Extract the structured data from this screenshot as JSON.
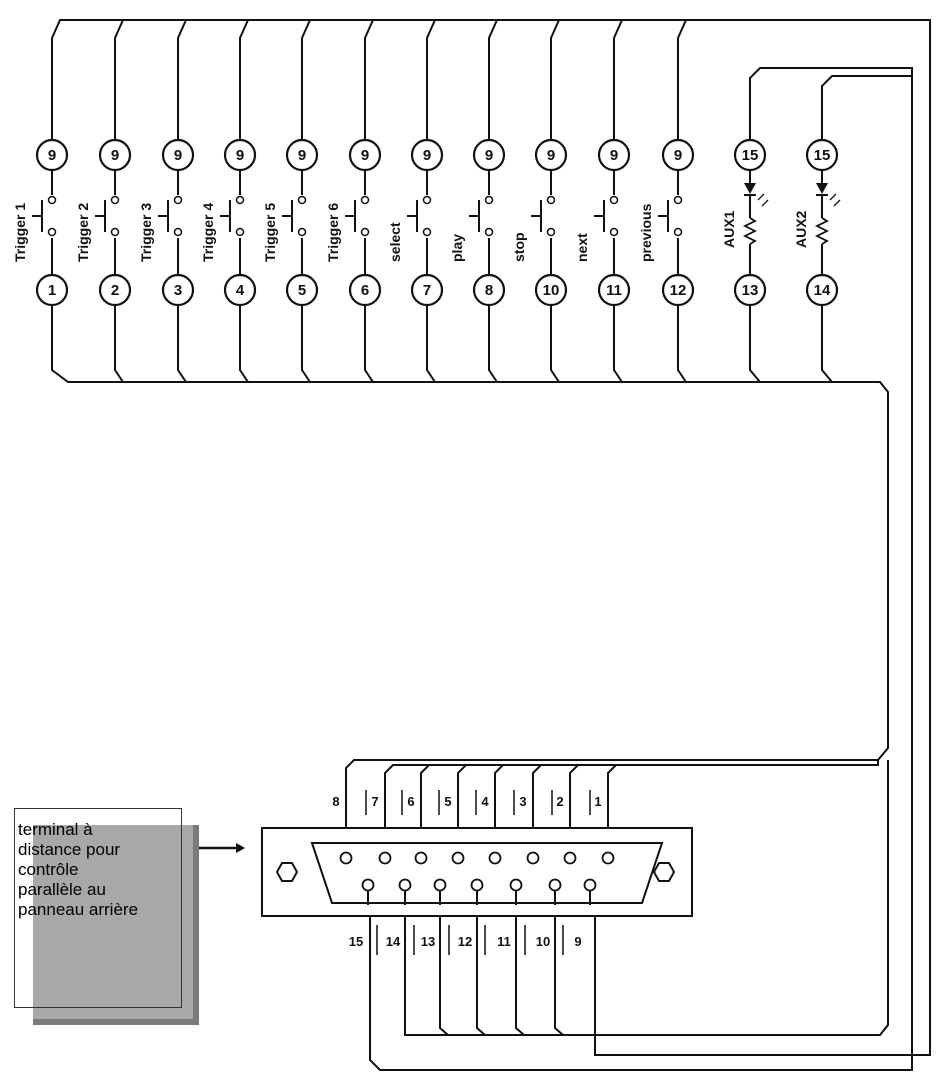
{
  "switches": [
    {
      "label": "Trigger 1",
      "top_pin": "9",
      "bottom_pin": "1"
    },
    {
      "label": "Trigger 2",
      "top_pin": "9",
      "bottom_pin": "2"
    },
    {
      "label": "Trigger 3",
      "top_pin": "9",
      "bottom_pin": "3"
    },
    {
      "label": "Trigger 4",
      "top_pin": "9",
      "bottom_pin": "4"
    },
    {
      "label": "Trigger 5",
      "top_pin": "9",
      "bottom_pin": "5"
    },
    {
      "label": "Trigger 6",
      "top_pin": "9",
      "bottom_pin": "6"
    },
    {
      "label": "select",
      "top_pin": "9",
      "bottom_pin": "7"
    },
    {
      "label": "play",
      "top_pin": "9",
      "bottom_pin": "8"
    },
    {
      "label": "stop",
      "top_pin": "9",
      "bottom_pin": "10"
    },
    {
      "label": "next",
      "top_pin": "9",
      "bottom_pin": "11"
    },
    {
      "label": "previous",
      "top_pin": "9",
      "bottom_pin": "12"
    }
  ],
  "aux": [
    {
      "label": "AUX1",
      "top_pin": "15",
      "bottom_pin": "13"
    },
    {
      "label": "AUX2",
      "top_pin": "15",
      "bottom_pin": "14"
    }
  ],
  "connector": {
    "top_row": [
      "8",
      "7",
      "6",
      "5",
      "4",
      "3",
      "2",
      "1"
    ],
    "bottom_row": [
      "15",
      "14",
      "13",
      "12",
      "11",
      "10",
      "9"
    ]
  },
  "note": {
    "lines": [
      "terminal à",
      "distance pour",
      "contrôle",
      "parallèle au",
      "panneau arrière"
    ]
  }
}
